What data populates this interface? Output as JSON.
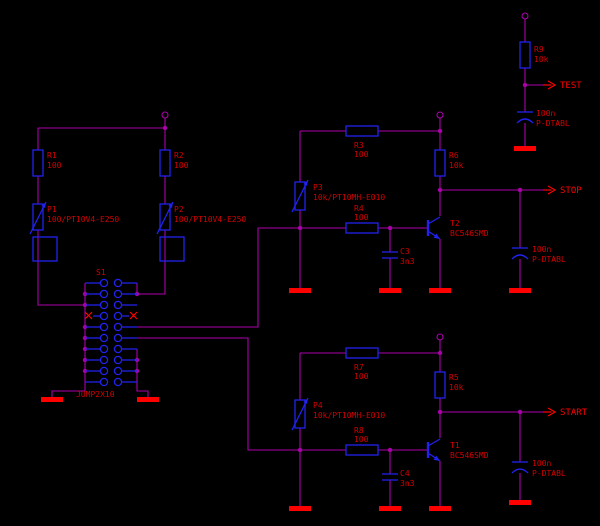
{
  "colors": {
    "bg": "#000000",
    "wire": "#aa00aa",
    "component": "#2222ee",
    "text": "#d40000",
    "netlabel": "#ff0000",
    "ground": "#ff0000"
  },
  "net_labels": {
    "test": "TEST",
    "stop": "STOP",
    "start": "START"
  },
  "components": {
    "r1": {
      "ref": "R1",
      "value": "100"
    },
    "r2": {
      "ref": "R2",
      "value": "100"
    },
    "r3": {
      "ref": "R3",
      "value": "100"
    },
    "r4": {
      "ref": "R4",
      "value": "100"
    },
    "r5": {
      "ref": "R5",
      "value": "10k"
    },
    "r6": {
      "ref": "R6",
      "value": "10k"
    },
    "r7": {
      "ref": "R7",
      "value": "100"
    },
    "r8": {
      "ref": "R8",
      "value": "100"
    },
    "r9": {
      "ref": "R9",
      "value": "10k"
    },
    "p1": {
      "ref": "P1",
      "value": "100/PT10V4-E250"
    },
    "p2": {
      "ref": "P2",
      "value": "100/PT10V4-E250"
    },
    "p3": {
      "ref": "P3",
      "value": "10k/PT10MH-E010"
    },
    "p4": {
      "ref": "P4",
      "value": "10k/PT10MH-E010"
    },
    "c3": {
      "ref": "C3",
      "value": "3n3"
    },
    "c4": {
      "ref": "C4",
      "value": "3n3"
    },
    "c_test": {
      "value": "100n",
      "type": "P-DTABL"
    },
    "c_stop": {
      "value": "100n",
      "type": "P-DTABL"
    },
    "c_start": {
      "value": "100n",
      "type": "P-DTABL"
    },
    "t1": {
      "ref": "T1",
      "value": "BC546SMD"
    },
    "t2": {
      "ref": "T2",
      "value": "BC546SMD"
    },
    "connector": {
      "ref": "S1",
      "value": "JUMP2X10"
    }
  }
}
